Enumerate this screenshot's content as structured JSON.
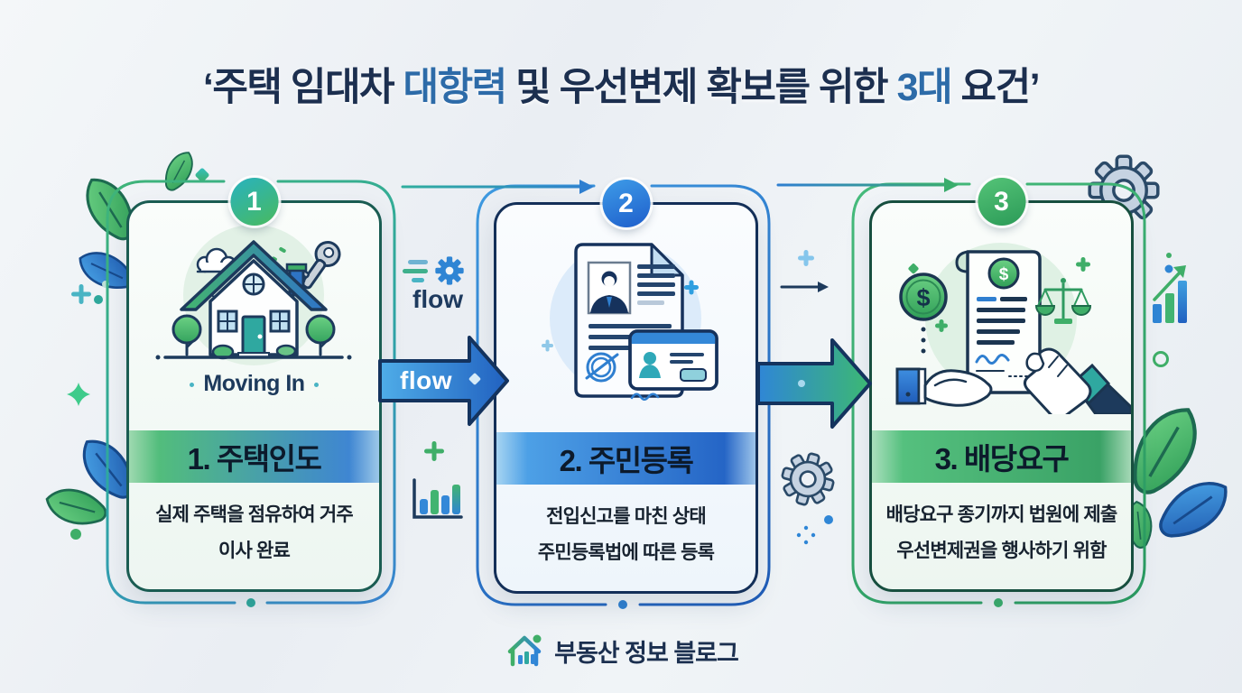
{
  "title": {
    "seg1": "‘주택 임대차 ",
    "seg2": "대항력",
    "seg3": " 및 우선변제 확보를 위한 ",
    "seg4": "3대",
    "seg5": " 요건’"
  },
  "flow_labels": {
    "outside": "flow",
    "inside": "flow"
  },
  "steps": [
    {
      "number": "1",
      "caption": "Moving In",
      "header": "1. 주택인도",
      "desc_line1": "실제 주택을 점유하여 거주",
      "desc_line2": "이사 완료"
    },
    {
      "number": "2",
      "header": "2. 주민등록",
      "desc_line1": "전입신고를 마친 상태",
      "desc_line2": "주민등록법에 따른 등록"
    },
    {
      "number": "3",
      "header": "3. 배당요구",
      "desc_line1": "배당요구 종기까지 법원에 제출",
      "desc_line2": "우선변제권을 행사하기 위함"
    }
  ],
  "footer": {
    "blog_name": "부동산 정보 블로그"
  },
  "colors": {
    "title_navy": "#1c2f4f",
    "title_blue": "#2d6ba8",
    "green": "#3fae68",
    "blue": "#2f85d4",
    "teal": "#2fa8a0",
    "navy_outline": "#14335e"
  },
  "icons": [
    "leaf-icon",
    "gear-icon",
    "flow-gear-icon",
    "bar-chart-icon",
    "growth-chart-icon",
    "key-icon",
    "house-icon",
    "cloud-icon",
    "tree-icon",
    "document-icon",
    "id-card-icon",
    "stamp-icon",
    "signature-icon",
    "dollar-coin-icon",
    "scales-icon",
    "hand-icon",
    "flow-arrow-icon",
    "home-logo-icon",
    "sparkle-icon"
  ]
}
